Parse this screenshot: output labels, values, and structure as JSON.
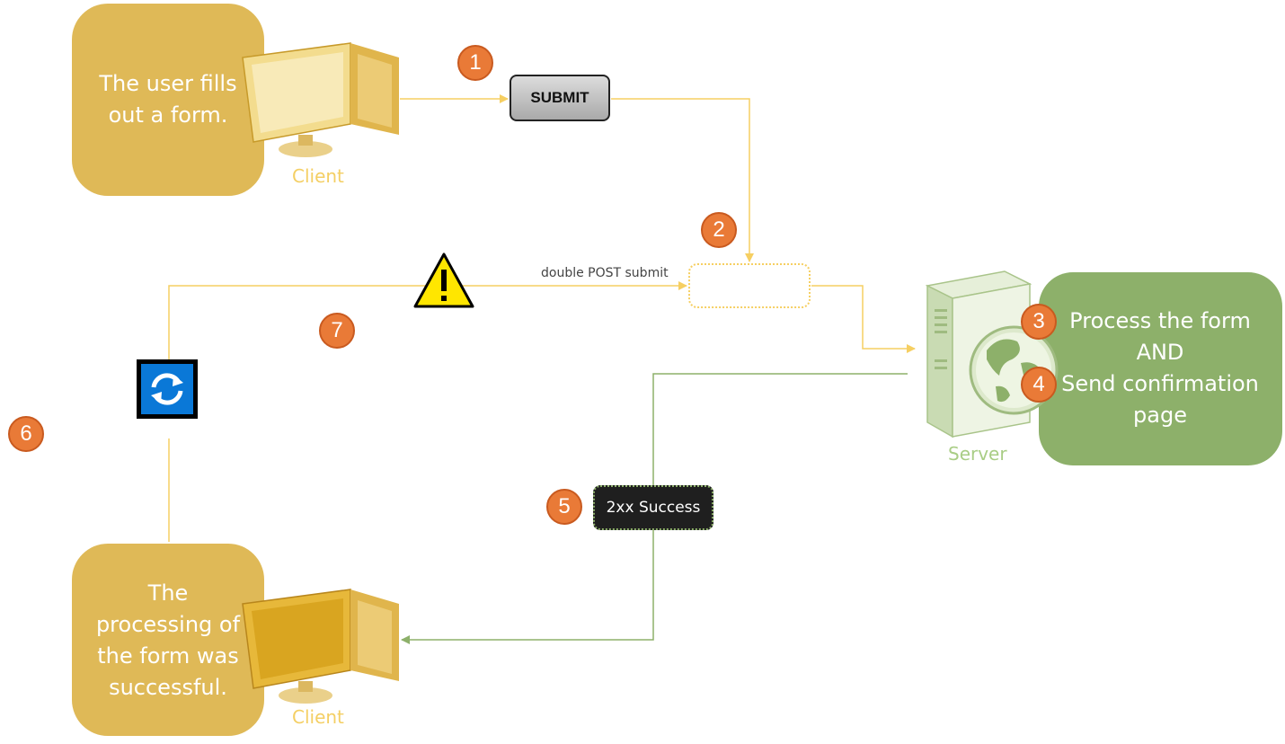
{
  "colors": {
    "client": "#dfb957",
    "client_label": "#f4cf64",
    "server": "#8db06a",
    "server_label": "#a9cd85",
    "badge": "#e97a37",
    "request_line": "#f6cf62",
    "response_line": "#8db06a",
    "refresh": "#0a78d7",
    "warning": "#ffe600"
  },
  "top_client": {
    "text_lines": [
      "The user fills",
      "out a form."
    ],
    "label": "Client",
    "icon": "monitor-icon"
  },
  "bottom_client": {
    "text_lines": [
      "The",
      "processing of",
      "the form was",
      "successful."
    ],
    "label": "Client",
    "icon": "monitor-icon"
  },
  "server": {
    "label": "Server",
    "icon": "server-globe-icon",
    "text_lines": [
      "Process the form",
      "AND",
      "Send confirmation",
      "page"
    ]
  },
  "submit_button": {
    "label": "SUBMIT"
  },
  "post_label": "double POST submit",
  "success_badge": "2xx Success",
  "icons": {
    "warning": "warning-icon",
    "refresh": "refresh-icon"
  },
  "steps": [
    "1",
    "2",
    "3",
    "4",
    "5",
    "6",
    "7"
  ]
}
